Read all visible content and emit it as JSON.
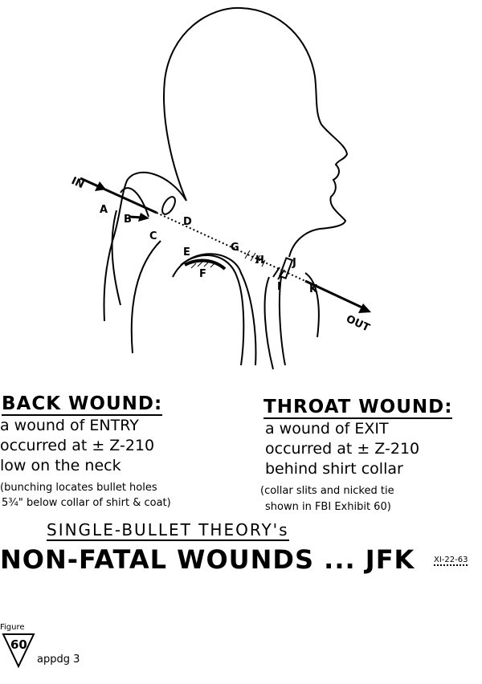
{
  "diagram": {
    "labels": [
      "A",
      "B",
      "C",
      "D",
      "E",
      "F",
      "G",
      "H",
      "I",
      "J",
      "K"
    ],
    "in_label": "IN",
    "out_label": "OUT"
  },
  "back_wound": {
    "heading": "BACK WOUND:",
    "lines": [
      "a wound of ENTRY",
      "occurred at ± Z-210",
      "low on the neck"
    ],
    "note": [
      "(bunching locates bullet holes",
      "5¾\" below collar of shirt & coat)"
    ]
  },
  "throat_wound": {
    "heading": "THROAT WOUND:",
    "lines": [
      "a wound of EXIT",
      "occurred at ± Z-210",
      "behind shirt collar"
    ],
    "note": [
      "(collar slits and nicked tie",
      "shown in FBI Exhibit 60)"
    ]
  },
  "title": {
    "subtitle": "SINGLE-BULLET THEORY's",
    "main": "NON-FATAL WOUNDS ... JFK",
    "date": "XI-22-63"
  },
  "figure": {
    "label": "Figure",
    "number": "60",
    "appendix": "appdg 3"
  }
}
